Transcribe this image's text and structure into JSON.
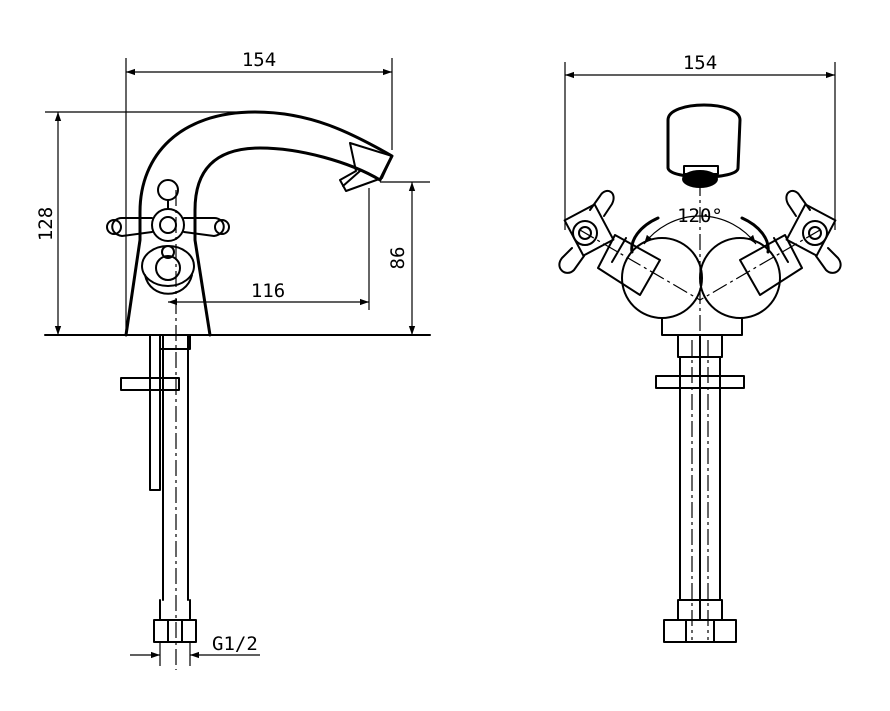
{
  "dimensions": {
    "side_width": "154",
    "front_width": "154",
    "height": "128",
    "spout_height": "86",
    "reach": "116",
    "thread": "G1/2",
    "angle": "120°"
  }
}
